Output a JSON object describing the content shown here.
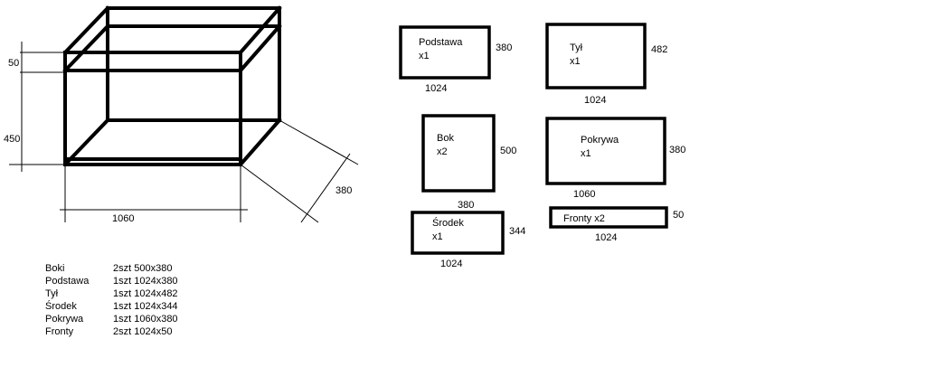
{
  "box_dimensions": {
    "top_height": "50",
    "body_height": "450",
    "width": "1060",
    "depth": "380"
  },
  "panels": [
    {
      "name": "Podstawa",
      "qty": "x1",
      "width": "1024",
      "height": "380"
    },
    {
      "name": "Tył",
      "qty": "x1",
      "width": "1024",
      "height": "482"
    },
    {
      "name": "Bok",
      "qty": "x2",
      "width": "380",
      "height": "500"
    },
    {
      "name": "Pokrywa",
      "qty": "x1",
      "width": "1060",
      "height": "380"
    },
    {
      "name": "Środek",
      "qty": "x1",
      "width": "1024",
      "height": "344"
    },
    {
      "name": "Fronty x2",
      "qty": "",
      "width": "1024",
      "height": "50"
    }
  ],
  "parts_list": [
    {
      "name": "Boki",
      "spec": "2szt 500x380"
    },
    {
      "name": "Podstawa",
      "spec": "1szt 1024x380"
    },
    {
      "name": "Tył",
      "spec": "1szt 1024x482"
    },
    {
      "name": "Środek",
      "spec": "1szt 1024x344"
    },
    {
      "name": "Pokrywa",
      "spec": "1szt 1060x380"
    },
    {
      "name": "Fronty",
      "spec": "2szt 1024x50"
    }
  ]
}
